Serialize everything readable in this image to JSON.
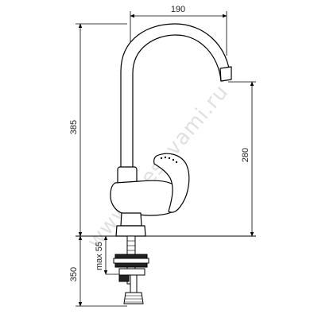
{
  "dimensions": {
    "spout_reach": "190",
    "total_height": "385",
    "outlet_height": "280",
    "under_counter_length": "350",
    "max_counter_thickness": "max 55"
  },
  "watermark": {
    "text": "www.vsesovami.ru"
  }
}
